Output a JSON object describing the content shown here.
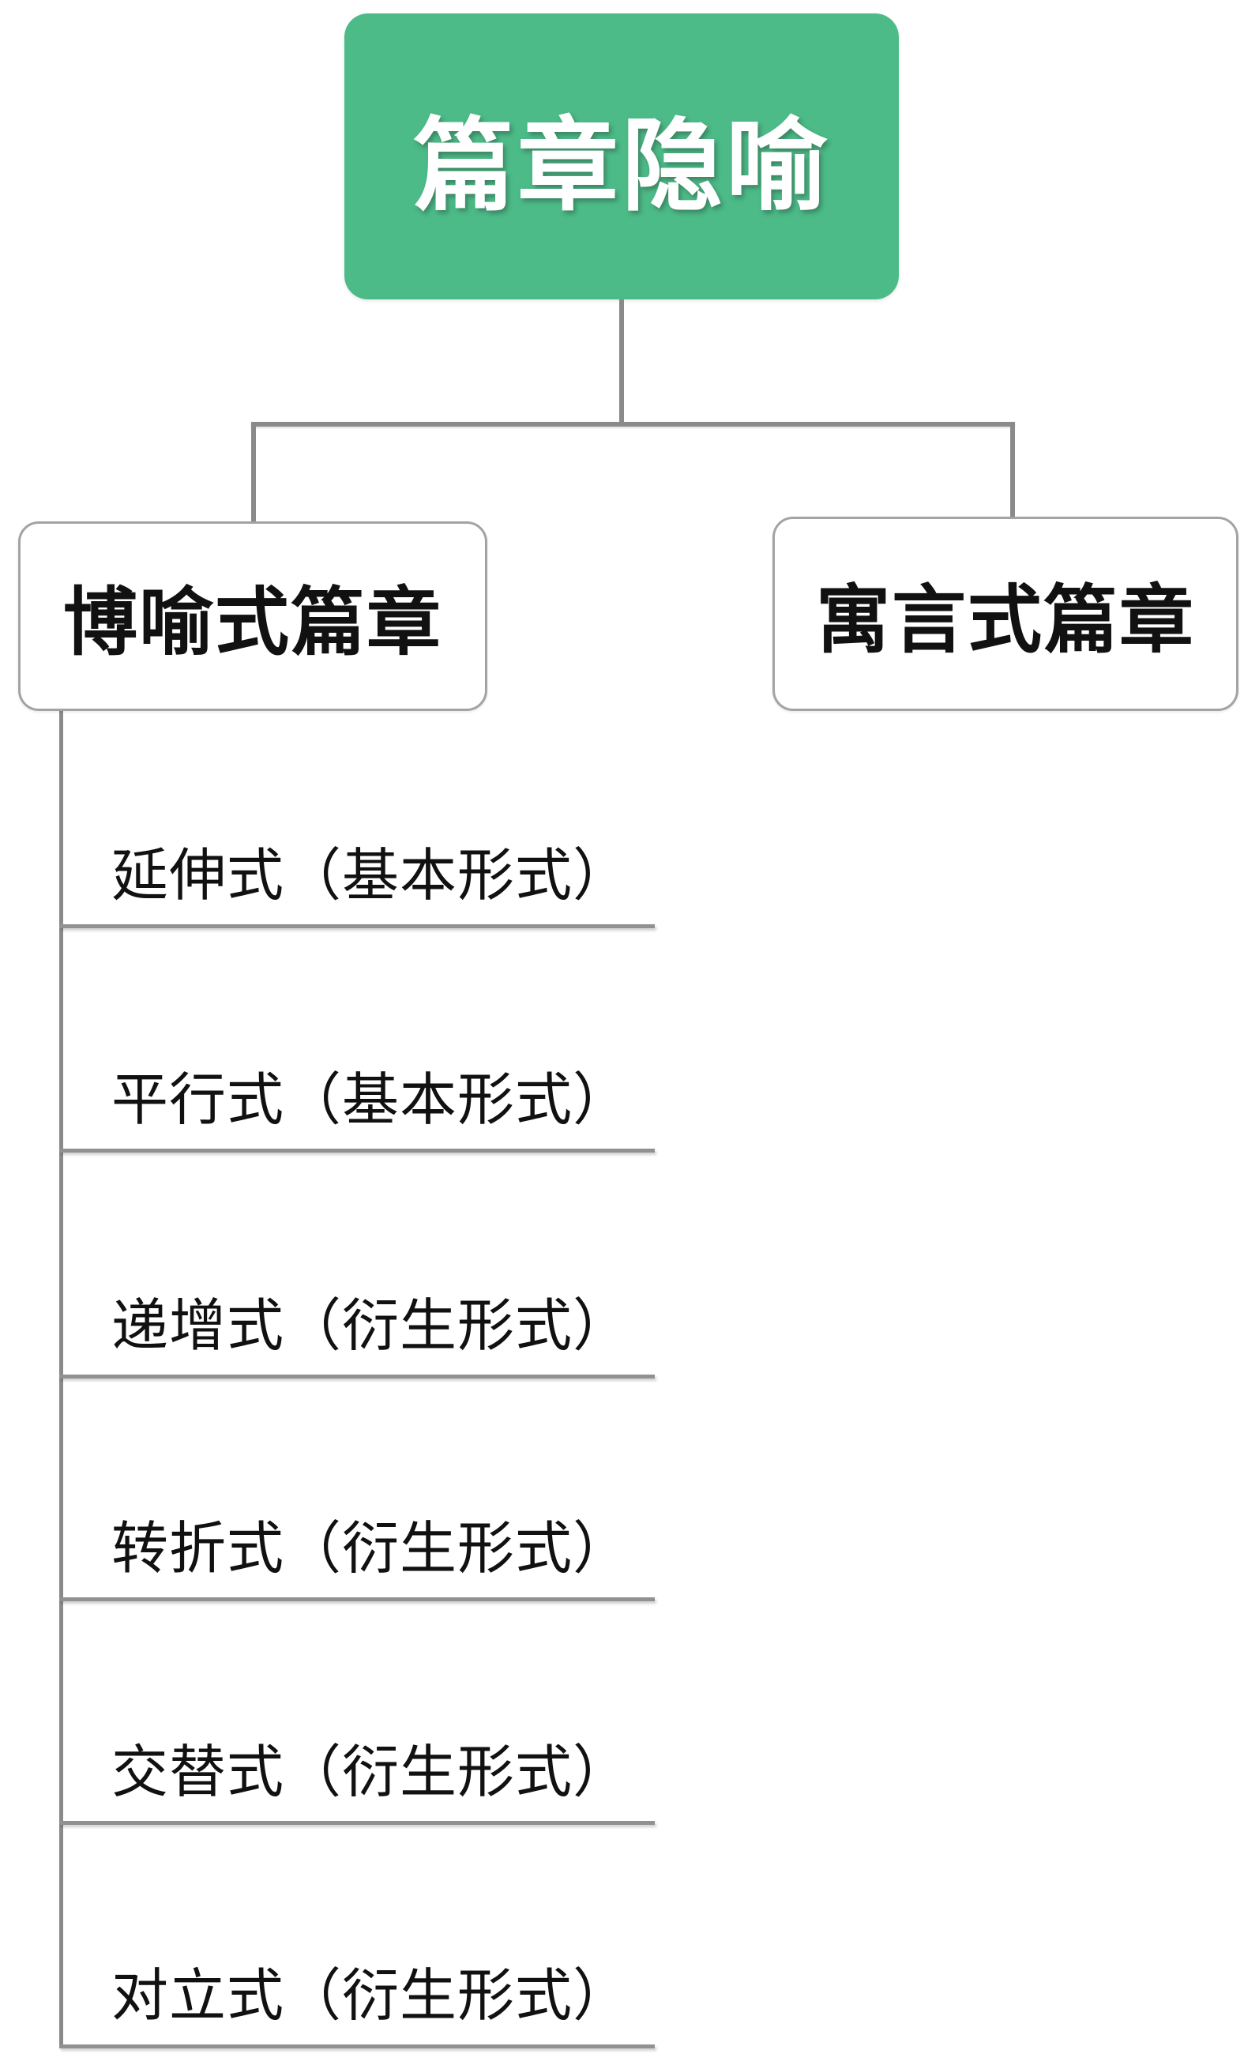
{
  "mindmap": {
    "root": {
      "label": "篇章隐喻"
    },
    "level2": [
      {
        "label": "博喻式篇章"
      },
      {
        "label": "寓言式篇章"
      }
    ],
    "level3": [
      {
        "label": "延伸式（基本形式）"
      },
      {
        "label": "平行式（基本形式）"
      },
      {
        "label": "递增式（衍生形式）"
      },
      {
        "label": "转折式（衍生形式）"
      },
      {
        "label": "交替式（衍生形式）"
      },
      {
        "label": "对立式（衍生形式）"
      }
    ],
    "colors": {
      "root_bg": "#4cbb88",
      "root_text": "#ffffff",
      "line_color": "#8a8a8a",
      "box_border": "#a3a3a3",
      "leaf_underline": "#919191",
      "node_text": "#111111"
    }
  }
}
